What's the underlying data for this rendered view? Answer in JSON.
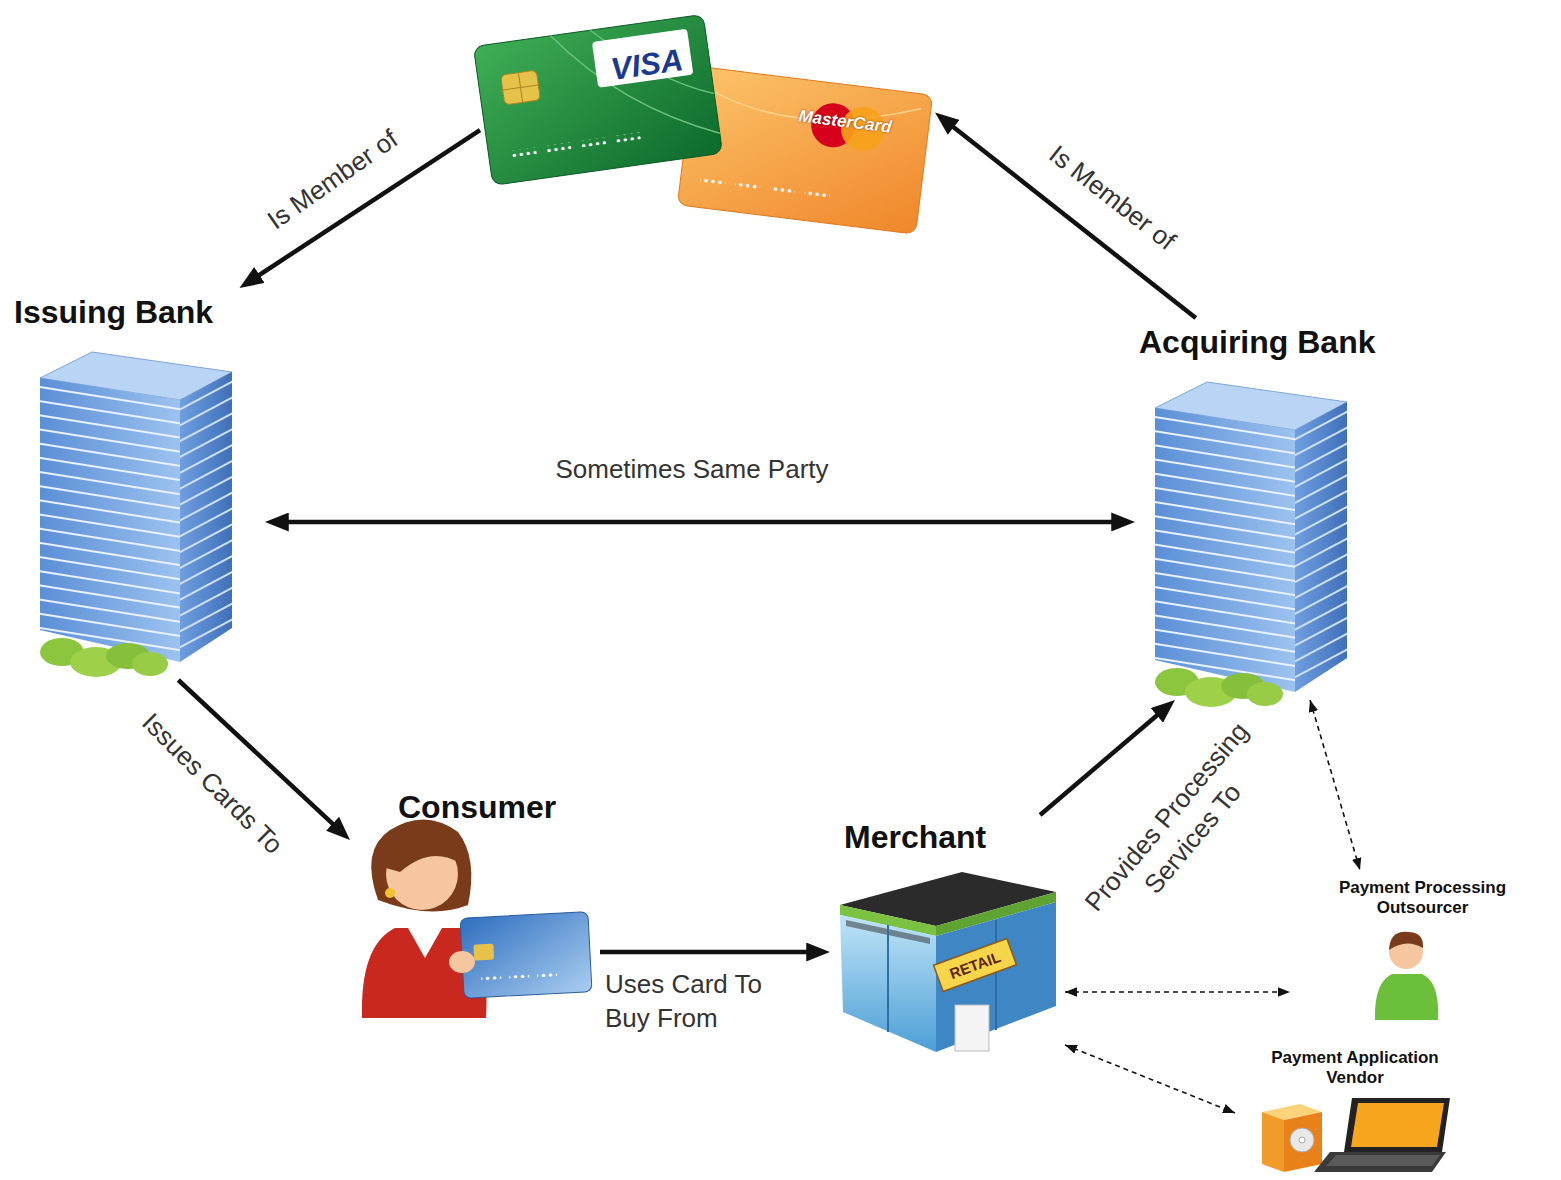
{
  "diagram": {
    "nodes": [
      {
        "text": [
          "VISA"
        ]
      },
      {
        "text": [
          "MasterCard"
        ]
      },
      {
        "text": [
          "Issuing Bank"
        ]
      },
      {
        "text": [
          "Acquiring Bank"
        ]
      },
      {
        "text": [
          "Consumer"
        ]
      },
      {
        "text": [
          "Merchant",
          "RETAIL"
        ]
      },
      {
        "text": [
          "Payment Processing Outsourcer"
        ]
      },
      {
        "text": [
          "Payment Application Vendor"
        ]
      }
    ],
    "edges": [
      {
        "from": 0,
        "to": 2,
        "label": "Is Member of",
        "arrow": "to"
      },
      {
        "from": 3,
        "to": 1,
        "label": "Is Member of",
        "arrow": "to"
      },
      {
        "from": 2,
        "to": 3,
        "label": "Sometimes Same Party",
        "arrow": "both"
      },
      {
        "from": 2,
        "to": 4,
        "label": "Issues Cards To",
        "arrow": "to"
      },
      {
        "from": 4,
        "to": 5,
        "label": "Uses Card To Buy From",
        "arrow": "to"
      },
      {
        "from": 5,
        "to": 3,
        "label": "Provides Processing Services To",
        "arrow": "to"
      },
      {
        "from": 3,
        "to": 6,
        "arrow": "both"
      },
      {
        "from": 5,
        "to": 6,
        "arrow": "both"
      },
      {
        "from": 5,
        "to": 7,
        "arrow": "both"
      }
    ]
  }
}
